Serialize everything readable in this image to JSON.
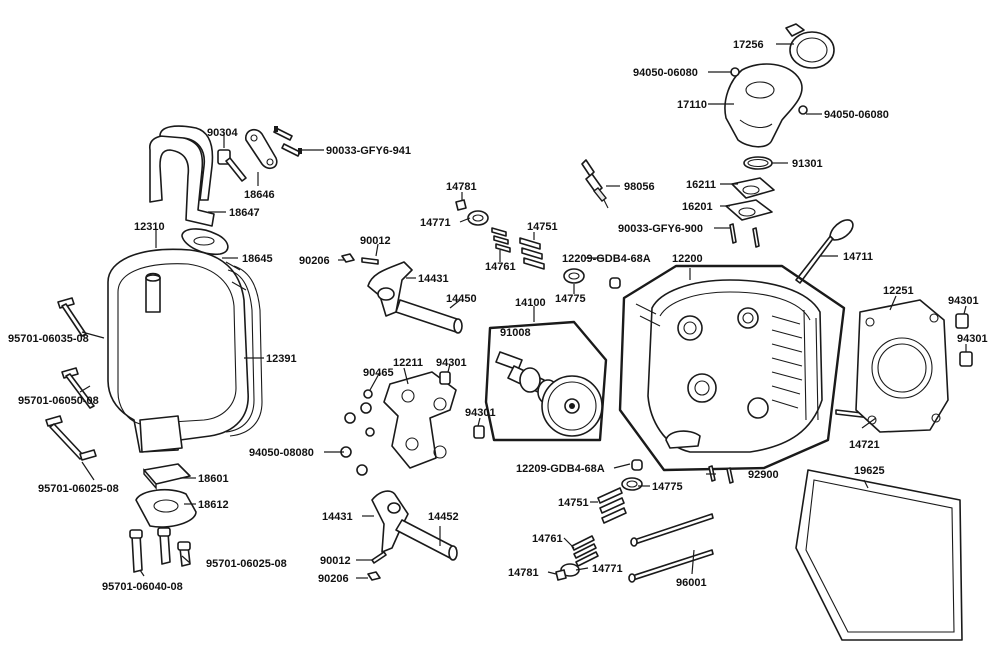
{
  "labels": {
    "p17256": "17256",
    "p94050_06080_a": "94050-06080",
    "p17110": "17110",
    "p94050_06080_b": "94050-06080",
    "p91301": "91301",
    "p98056": "98056",
    "p16211": "16211",
    "p16201": "16201",
    "p90033_gfy6_900": "90033-GFY6-900",
    "p14711": "14711",
    "p90304": "90304",
    "p90033_gfy6_941": "90033-GFY6-941",
    "p18646": "18646",
    "p18647": "18647",
    "p12310": "12310",
    "p18645": "18645",
    "p14781_a": "14781",
    "p14771_a": "14771",
    "p14751_a": "14751",
    "p14761_a": "14761",
    "p12209_a": "12209-GDB4-68A",
    "p14775_a": "14775",
    "p90012_a": "90012",
    "p90206_a": "90206",
    "p14431_a": "14431",
    "p14450": "14450",
    "p14100": "14100",
    "p91008": "91008",
    "p12200": "12200",
    "p12251": "12251",
    "p94301_a": "94301",
    "p94301_b": "94301",
    "p95701_06035": "95701-06035-08",
    "p12391": "12391",
    "p95701_06050": "95701-06050-08",
    "p12211": "12211",
    "p90465": "90465",
    "p94301_c": "94301",
    "p94301_d": "94301",
    "p14721": "14721",
    "p94050_08080": "94050-08080",
    "p95701_06025_a": "95701-06025-08",
    "p18601": "18601",
    "p18612": "18612",
    "p12209_b": "12209-GDB4-68A",
    "p14775_b": "14775",
    "p92900": "92900",
    "p19625": "19625",
    "p14751_b": "14751",
    "p14431_b": "14431",
    "p14452": "14452",
    "p14761_b": "14761",
    "p95701_06025_b": "95701-06025-08",
    "p90012_b": "90012",
    "p90206_b": "90206",
    "p14781_b": "14781",
    "p14771_b": "14771",
    "p96001": "96001",
    "p95701_06040": "95701-06040-08"
  }
}
